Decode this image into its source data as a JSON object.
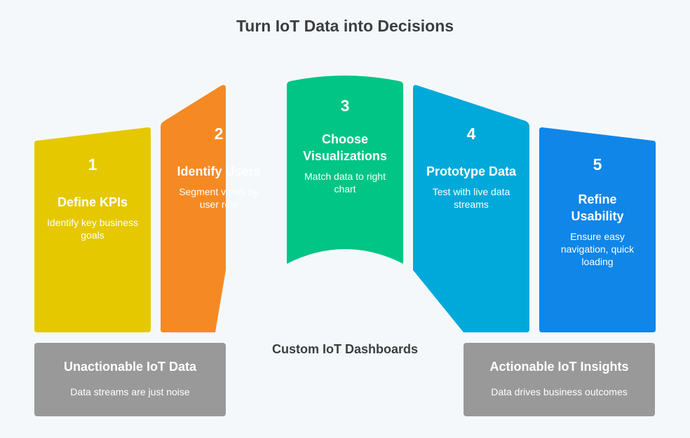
{
  "title": "Turn IoT Data into Decisions",
  "colors": {
    "step1": "#E5C800",
    "step2": "#F58A24",
    "step3": "#00C584",
    "step4": "#00A9DA",
    "step5": "#0F86E8",
    "gray": "#999999",
    "background": "#F5F8FB"
  },
  "steps": [
    {
      "number": "1",
      "title": "Define KPIs",
      "description": "Identify key business goals"
    },
    {
      "number": "2",
      "title": "Identify Users",
      "description": "Segment views by user role"
    },
    {
      "number": "3",
      "title": "Choose Visualizations",
      "description": "Match data to right chart"
    },
    {
      "number": "4",
      "title": "Prototype Data",
      "description": "Test with live data streams"
    },
    {
      "number": "5",
      "title": "Refine Usability",
      "description": "Ensure easy navigation, quick loading"
    }
  ],
  "center_label": "Custom IoT Dashboards",
  "start": {
    "title": "Unactionable IoT Data",
    "description": "Data streams are just noise"
  },
  "end": {
    "title": "Actionable IoT Insights",
    "description": "Data drives business outcomes"
  }
}
